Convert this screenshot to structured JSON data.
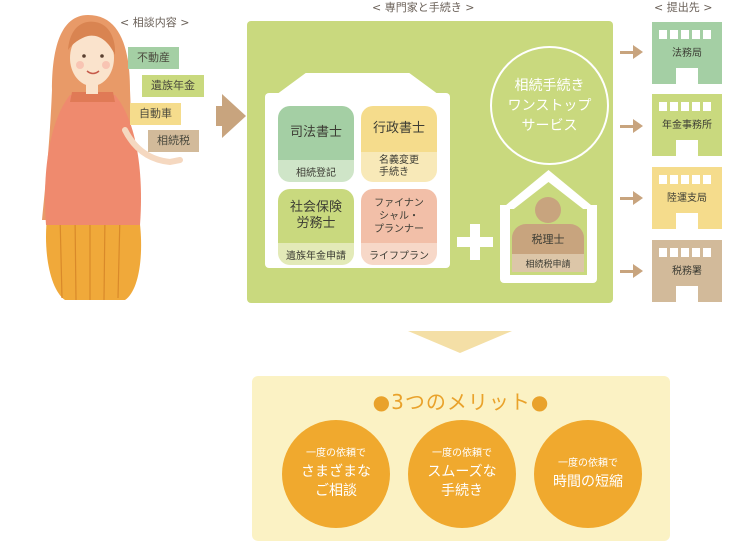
{
  "captions": {
    "consult": "< 相談内容 >",
    "experts": "< 専門家と手続き >",
    "submit": "< 提出先 >"
  },
  "consult_tags": [
    {
      "label": "不動産",
      "color": "#a4cfa4"
    },
    {
      "label": "遺族年金",
      "color": "#c9d97e"
    },
    {
      "label": "自動車",
      "color": "#f5dc8c"
    },
    {
      "label": "相続税",
      "color": "#d2ba9a"
    }
  ],
  "experts": [
    {
      "title": "司法書士",
      "subtitle": "相続登記",
      "top_color": "#a4cfa4",
      "bottom_color": "#cfe5c8"
    },
    {
      "title": "行政書士",
      "subtitle": "名義変更\n手続き",
      "top_color": "#f5dc8c",
      "bottom_color": "#f8e9b8"
    },
    {
      "title": "社会保険\n労務士",
      "subtitle": "遺族年金申請",
      "top_color": "#c9d97e",
      "bottom_color": "#e3eab8"
    },
    {
      "title": "ファイナン\nシャル・\nプランナー",
      "subtitle": "ライフプラン",
      "top_color": "#f2bfa8",
      "bottom_color": "#f7d8c8"
    }
  ],
  "onestop": "相続手続き\nワンストップ\nサービス",
  "tax_accountant": {
    "title": "税理士",
    "subtitle": "相続税申請",
    "color": "#c8a47e"
  },
  "offices": [
    {
      "label": "法務局",
      "color": "#a4cfa4"
    },
    {
      "label": "年金事務所",
      "color": "#c9d97e"
    },
    {
      "label": "陸運支局",
      "color": "#f5dc8c"
    },
    {
      "label": "税務署",
      "color": "#d2ba9a"
    }
  ],
  "merit": {
    "title": "●3つのメリット●",
    "items": [
      {
        "small": "一度の依頼で",
        "big": "さまざまな\nご相談"
      },
      {
        "small": "一度の依頼で",
        "big": "スムーズな\n手続き"
      },
      {
        "small": "一度の依頼で",
        "big": "時間の短縮"
      }
    ]
  },
  "colors": {
    "panel": "#c9d97e",
    "arrow": "#c8a47e",
    "merit_panel": "#fbf2c4",
    "merit_circle": "#f0a92e",
    "merit_title": "#e9a22b"
  }
}
